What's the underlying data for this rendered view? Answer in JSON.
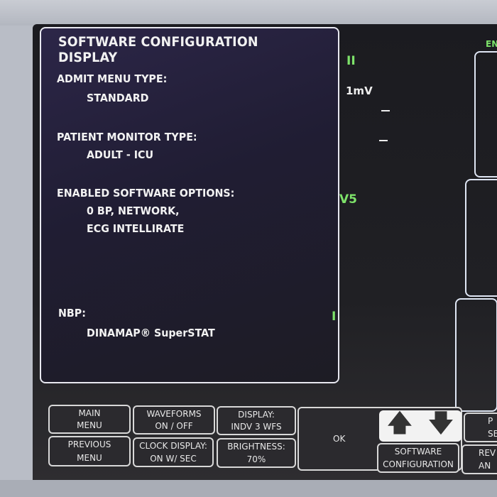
{
  "dialog": {
    "title": "SOFTWARE CONFIGURATION DISPLAY",
    "admit_label": "ADMIT MENU TYPE:",
    "admit_value": "STANDARD",
    "monitor_label": "PATIENT MONITOR TYPE:",
    "monitor_value": "ADULT - ICU",
    "options_label": "ENABLED SOFTWARE OPTIONS:",
    "options_line1": "0 BP, NETWORK,",
    "options_line2": "ECG INTELLIRATE",
    "nbp_label": "NBP:",
    "nbp_value": "DINAMAP® SuperSTAT"
  },
  "waveforms": {
    "lead1": "II",
    "scale": "1mV",
    "lead2": "V5",
    "lead3": "I",
    "right_label": "EN"
  },
  "buttons": {
    "main_menu": [
      "MAIN",
      "MENU"
    ],
    "waveforms": [
      "WAVEFORMS",
      "ON / OFF"
    ],
    "display": [
      "DISPLAY:",
      "INDV 3 WFS"
    ],
    "previous_menu": [
      "PREVIOUS",
      "MENU"
    ],
    "clock_display": [
      "CLOCK DISPLAY:",
      "ON W/ SEC"
    ],
    "brightness": [
      "BRIGHTNESS:",
      "70%"
    ],
    "ok": "OK",
    "software_config": [
      "SOFTWARE",
      "CONFIGURATION"
    ],
    "right_top": [
      "P",
      "SE"
    ],
    "right_bottom": [
      "REV",
      "AN"
    ]
  },
  "colors": {
    "lead_label": "#7ee36a",
    "dialog_border": "#e8e8f0"
  }
}
